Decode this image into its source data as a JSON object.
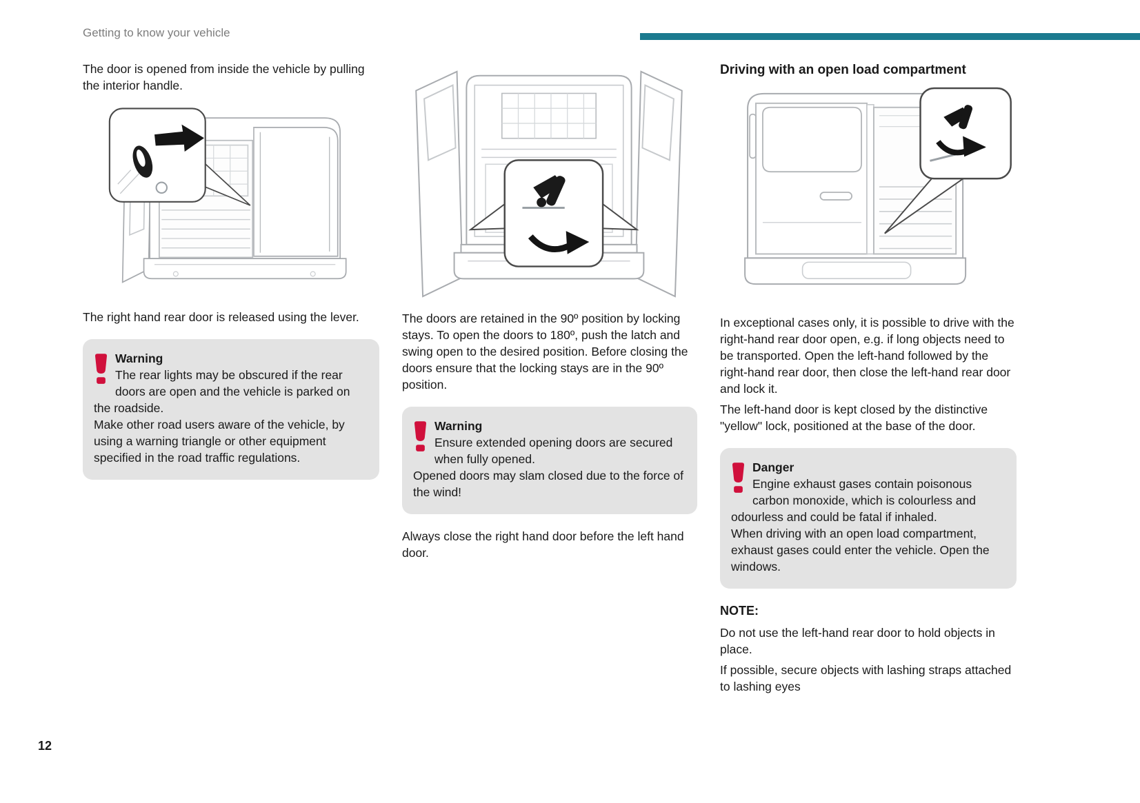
{
  "colors": {
    "accent_teal": "#1b7a8f",
    "warning_red": "#d0103c",
    "box_gray": "#e3e3e3",
    "header_gray": "#7d7d7d"
  },
  "header": {
    "section_title": "Getting to know your vehicle"
  },
  "footer": {
    "page_number": "12"
  },
  "col1": {
    "para1": "The door is opened from inside the vehicle by pulling the interior handle.",
    "para2": "The right hand rear door is released using the lever.",
    "warning": {
      "title": "Warning",
      "line1": "The rear lights may be obscured if the rear doors are open and the vehicle is parked on the roadside.",
      "line2": "Make other road users aware of the vehicle, by using a warning triangle or other equipment specified in the road traffic regulations."
    }
  },
  "col2": {
    "para1": "The doors are retained in the 90º position by locking stays. To open the doors to 180º, push the latch and swing open to the desired position. Before closing the doors ensure that the locking stays are in the 90º position.",
    "warning": {
      "title": "Warning",
      "line1": "Ensure extended opening doors are secured when fully opened.",
      "line2": "Opened doors may slam closed due to the force of the wind!"
    },
    "para2": "Always close the right hand door before the left hand door."
  },
  "col3": {
    "heading": "Driving with an open load compartment",
    "para1": "In exceptional cases only, it is possible to drive with the right-hand rear door open, e.g. if long objects need to be transported. Open the left-hand followed by the right-hand rear door, then close the left-hand rear door and lock it.",
    "para2": "The left-hand door is kept closed by the distinctive \"yellow\" lock, positioned at the base of the door.",
    "danger": {
      "title": "Danger",
      "line1": "Engine exhaust gases contain poisonous carbon monoxide, which is colourless and odourless and could be fatal if inhaled.",
      "line2": "When driving with an open load compartment, exhaust gases could enter the vehicle. Open the windows."
    },
    "note_label": "NOTE:",
    "note_line1": "Do not use the left-hand rear door to hold objects in place.",
    "note_line2": "If possible, secure objects with lashing straps attached to lashing eyes"
  }
}
